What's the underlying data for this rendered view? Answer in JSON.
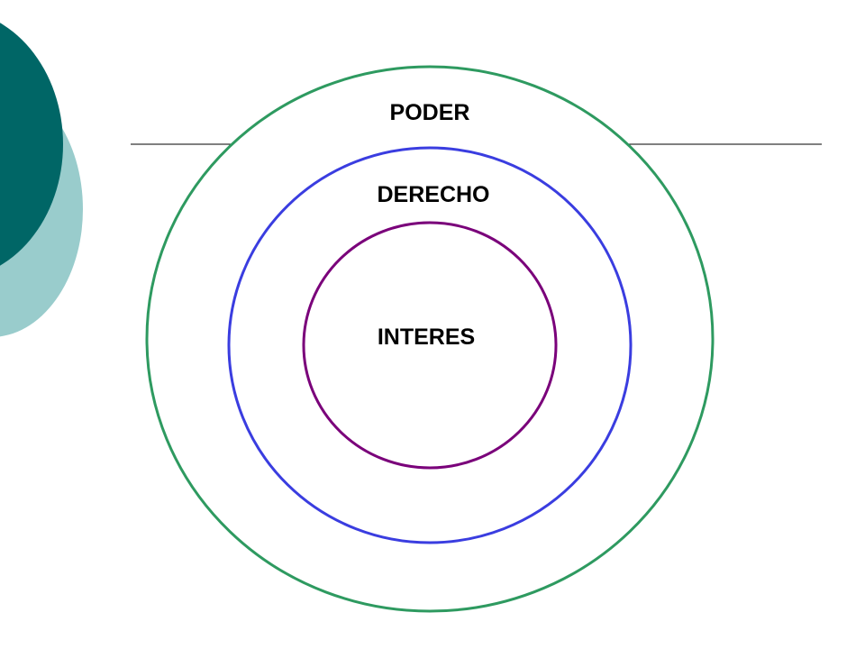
{
  "diagram": {
    "rings": [
      {
        "label": "PODER",
        "color": "#2e9a60"
      },
      {
        "label": "DERECHO",
        "color": "#3a3de0"
      },
      {
        "label": "INTERES",
        "color": "#7a007a"
      }
    ]
  },
  "theme": {
    "accent_dark": "#006666",
    "accent_light": "#99cccc",
    "rule_color": "#000000"
  }
}
